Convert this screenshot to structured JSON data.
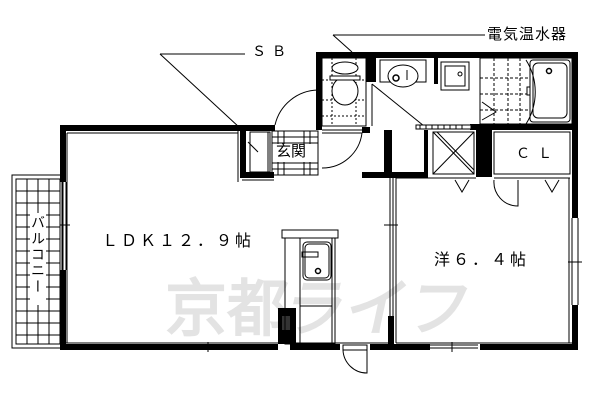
{
  "floor_plan": {
    "rooms": [
      {
        "id": "ldk",
        "label": "LDK12.9帖",
        "display": "ＬＤＫ１２．９帖",
        "size_jo": 12.9
      },
      {
        "id": "western",
        "label": "洋6.4帖",
        "display": "洋６．４帖",
        "size_jo": 6.4
      },
      {
        "id": "entrance",
        "label": "玄関",
        "display": "玄関"
      },
      {
        "id": "closet",
        "label": "CL",
        "display": "ＣＬ"
      },
      {
        "id": "balcony",
        "label": "バルコニー",
        "display": "バルコニー"
      },
      {
        "id": "toilet",
        "label": ""
      },
      {
        "id": "washroom",
        "label": ""
      },
      {
        "id": "bathroom",
        "label": ""
      }
    ],
    "annotations": [
      {
        "id": "sb",
        "label": "SB",
        "display": "ＳＢ"
      },
      {
        "id": "water_heater",
        "label": "電気温水器",
        "display": "電気温水器"
      }
    ],
    "watermark": {
      "text": "京都ライフ",
      "color": "#e3e3e3"
    }
  },
  "colors": {
    "wall": "#000000",
    "background": "#ffffff",
    "watermark": "#e3e3e3"
  }
}
